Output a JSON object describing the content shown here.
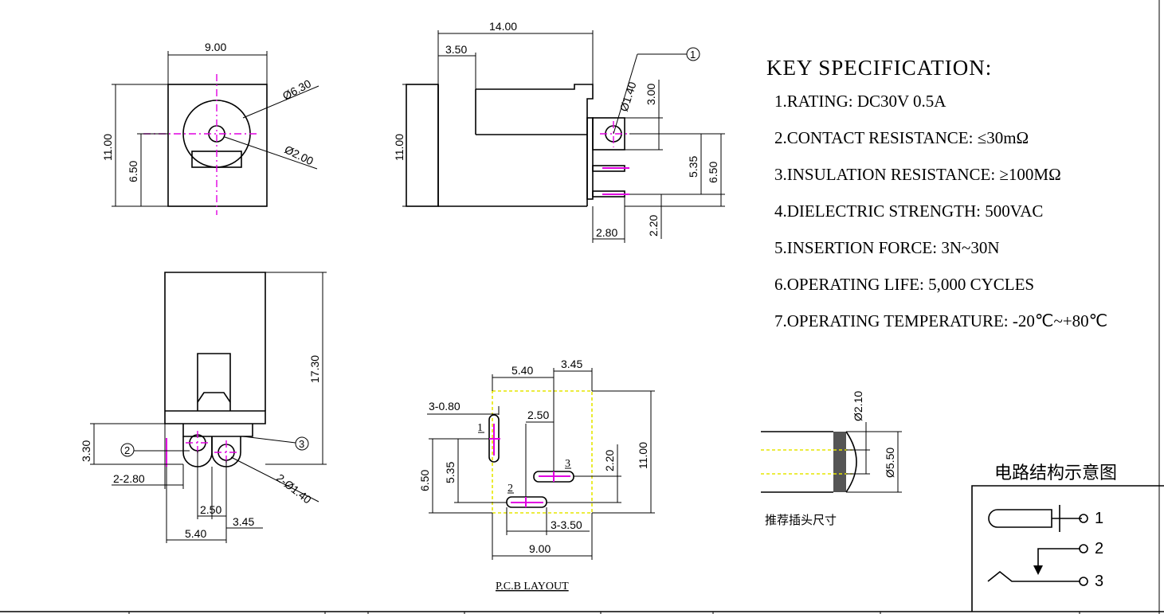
{
  "key_spec": {
    "title": "KEY SPECIFICATION:",
    "items": [
      "1.RATING: DC30V 0.5A",
      "2.CONTACT RESISTANCE: ≤30mΩ",
      "3.INSULATION RESISTANCE: ≥100MΩ",
      "4.DIELECTRIC STRENGTH: 500VAC",
      "5.INSERTION FORCE: 3N~30N",
      "6.OPERATING LIFE: 5,000 CYCLES",
      "7.OPERATING TEMPERATURE: -20℃~+80℃"
    ]
  },
  "front_view": {
    "width": "9.00",
    "height": "11.00",
    "center_height": "6.50",
    "outer_dia": "Ø6.30",
    "pin_dia": "Ø2.00"
  },
  "side_view": {
    "length": "14.00",
    "front": "3.50",
    "height": "11.00",
    "pin_dia": "Ø1.40",
    "pin_offset": "3.00",
    "h1": "5.35",
    "h2": "6.50",
    "pin_width": "2.80",
    "pin_gap": "2.20",
    "pin_label": "1"
  },
  "bottom_view": {
    "length": "17.30",
    "offset": "3.30",
    "pin2_label": "2",
    "pin3_label": "3",
    "pin_width": "2-2.80",
    "pin_dia": "2-Ø1.40",
    "d1": "2.50",
    "d2": "5.40",
    "d3": "3.45"
  },
  "pcb": {
    "top1": "5.40",
    "top2": "3.45",
    "slot": "3-0.80",
    "d1": "2.50",
    "h1": "6.50",
    "h2": "5.35",
    "h3": "2.20",
    "h4": "11.00",
    "slot_len": "3-3.50",
    "width": "9.00",
    "pin1": "1",
    "pin2": "2",
    "pin3": "3",
    "caption": "P.C.B LAYOUT"
  },
  "plug": {
    "inner_dia": "Ø2.10",
    "outer_dia": "Ø5.50",
    "caption": "推荐插头尺寸"
  },
  "circuit": {
    "title": "电路结构示意图",
    "pin1": "1",
    "pin2": "2",
    "pin3": "3"
  }
}
